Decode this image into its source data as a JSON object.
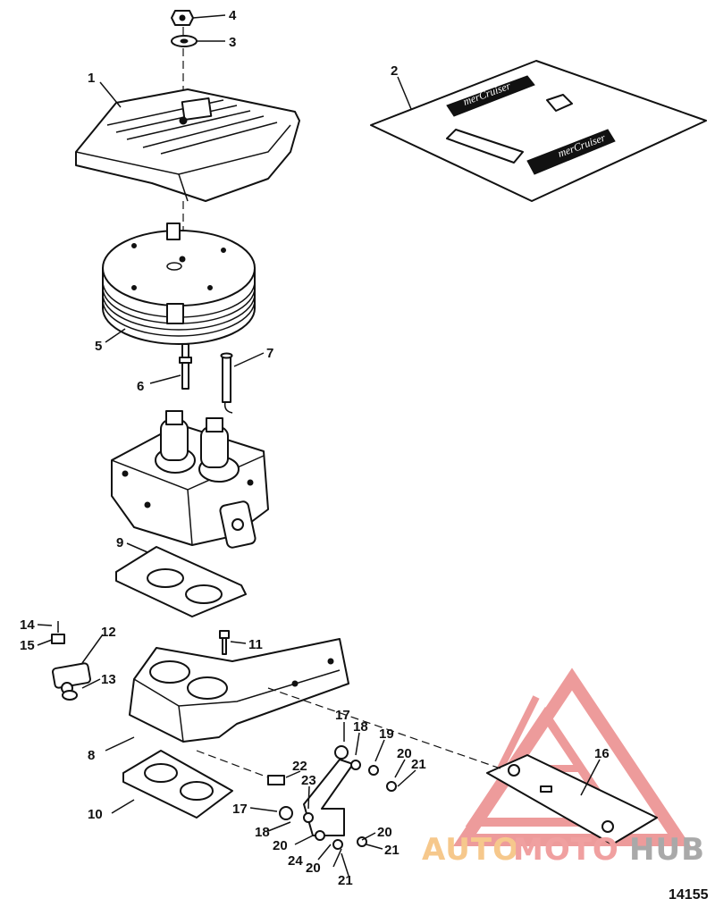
{
  "callouts": {
    "c1": "1",
    "c2": "2",
    "c3": "3",
    "c4": "4",
    "c5": "5",
    "c6": "6",
    "c7": "7",
    "c8": "8",
    "c9": "9",
    "c10": "10",
    "c11": "11",
    "c12": "12",
    "c13": "13",
    "c14": "14",
    "c15": "15",
    "c16": "16",
    "c17a": "17",
    "c17b": "17",
    "c18a": "18",
    "c18b": "18",
    "c19": "19",
    "c20a": "20",
    "c20b": "20",
    "c20c": "20",
    "c20d": "20",
    "c21a": "21",
    "c21b": "21",
    "c21c": "21",
    "c22": "22",
    "c23": "23",
    "c24": "24"
  },
  "decal": {
    "brand_top": "merCruiser",
    "brand_bottom": "merCruiser"
  },
  "watermark": {
    "part_auto": "AUTO",
    "part_moto": "MOTO",
    "part_hub": "HUB"
  },
  "document_number": "14155",
  "colors": {
    "ink": "#111111",
    "watermark_red": "#e04b4b",
    "watermark_orange": "#f2a33a",
    "watermark_gray": "#8a8a8a"
  }
}
